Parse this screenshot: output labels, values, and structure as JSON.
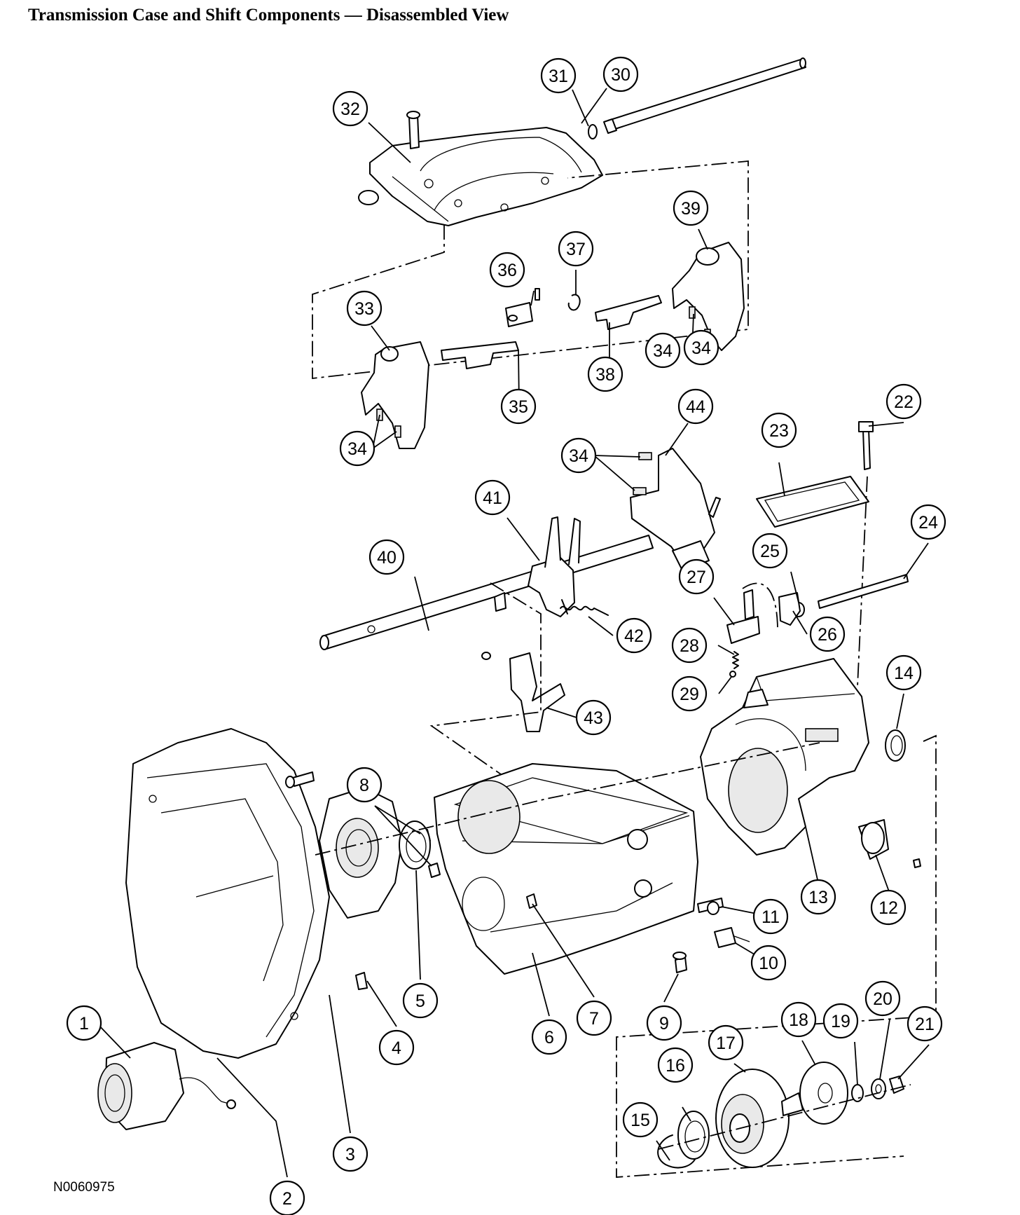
{
  "title": "Transmission Case and Shift Components — Disassembled View",
  "figure_id": "N0060975",
  "callouts": [
    {
      "label": "1"
    },
    {
      "label": "2"
    },
    {
      "label": "3"
    },
    {
      "label": "4"
    },
    {
      "label": "5"
    },
    {
      "label": "6"
    },
    {
      "label": "7"
    },
    {
      "label": "8"
    },
    {
      "label": "9"
    },
    {
      "label": "10"
    },
    {
      "label": "11"
    },
    {
      "label": "12"
    },
    {
      "label": "13"
    },
    {
      "label": "14"
    },
    {
      "label": "15"
    },
    {
      "label": "16"
    },
    {
      "label": "17"
    },
    {
      "label": "18"
    },
    {
      "label": "19"
    },
    {
      "label": "20"
    },
    {
      "label": "21"
    },
    {
      "label": "22"
    },
    {
      "label": "23"
    },
    {
      "label": "24"
    },
    {
      "label": "25"
    },
    {
      "label": "26"
    },
    {
      "label": "27"
    },
    {
      "label": "28"
    },
    {
      "label": "29"
    },
    {
      "label": "30"
    },
    {
      "label": "31"
    },
    {
      "label": "32"
    },
    {
      "label": "33"
    },
    {
      "label": "34"
    },
    {
      "label": "34"
    },
    {
      "label": "34"
    },
    {
      "label": "34"
    },
    {
      "label": "35"
    },
    {
      "label": "36"
    },
    {
      "label": "37"
    },
    {
      "label": "38"
    },
    {
      "label": "39"
    },
    {
      "label": "40"
    },
    {
      "label": "41"
    },
    {
      "label": "42"
    },
    {
      "label": "43"
    },
    {
      "label": "44"
    }
  ]
}
